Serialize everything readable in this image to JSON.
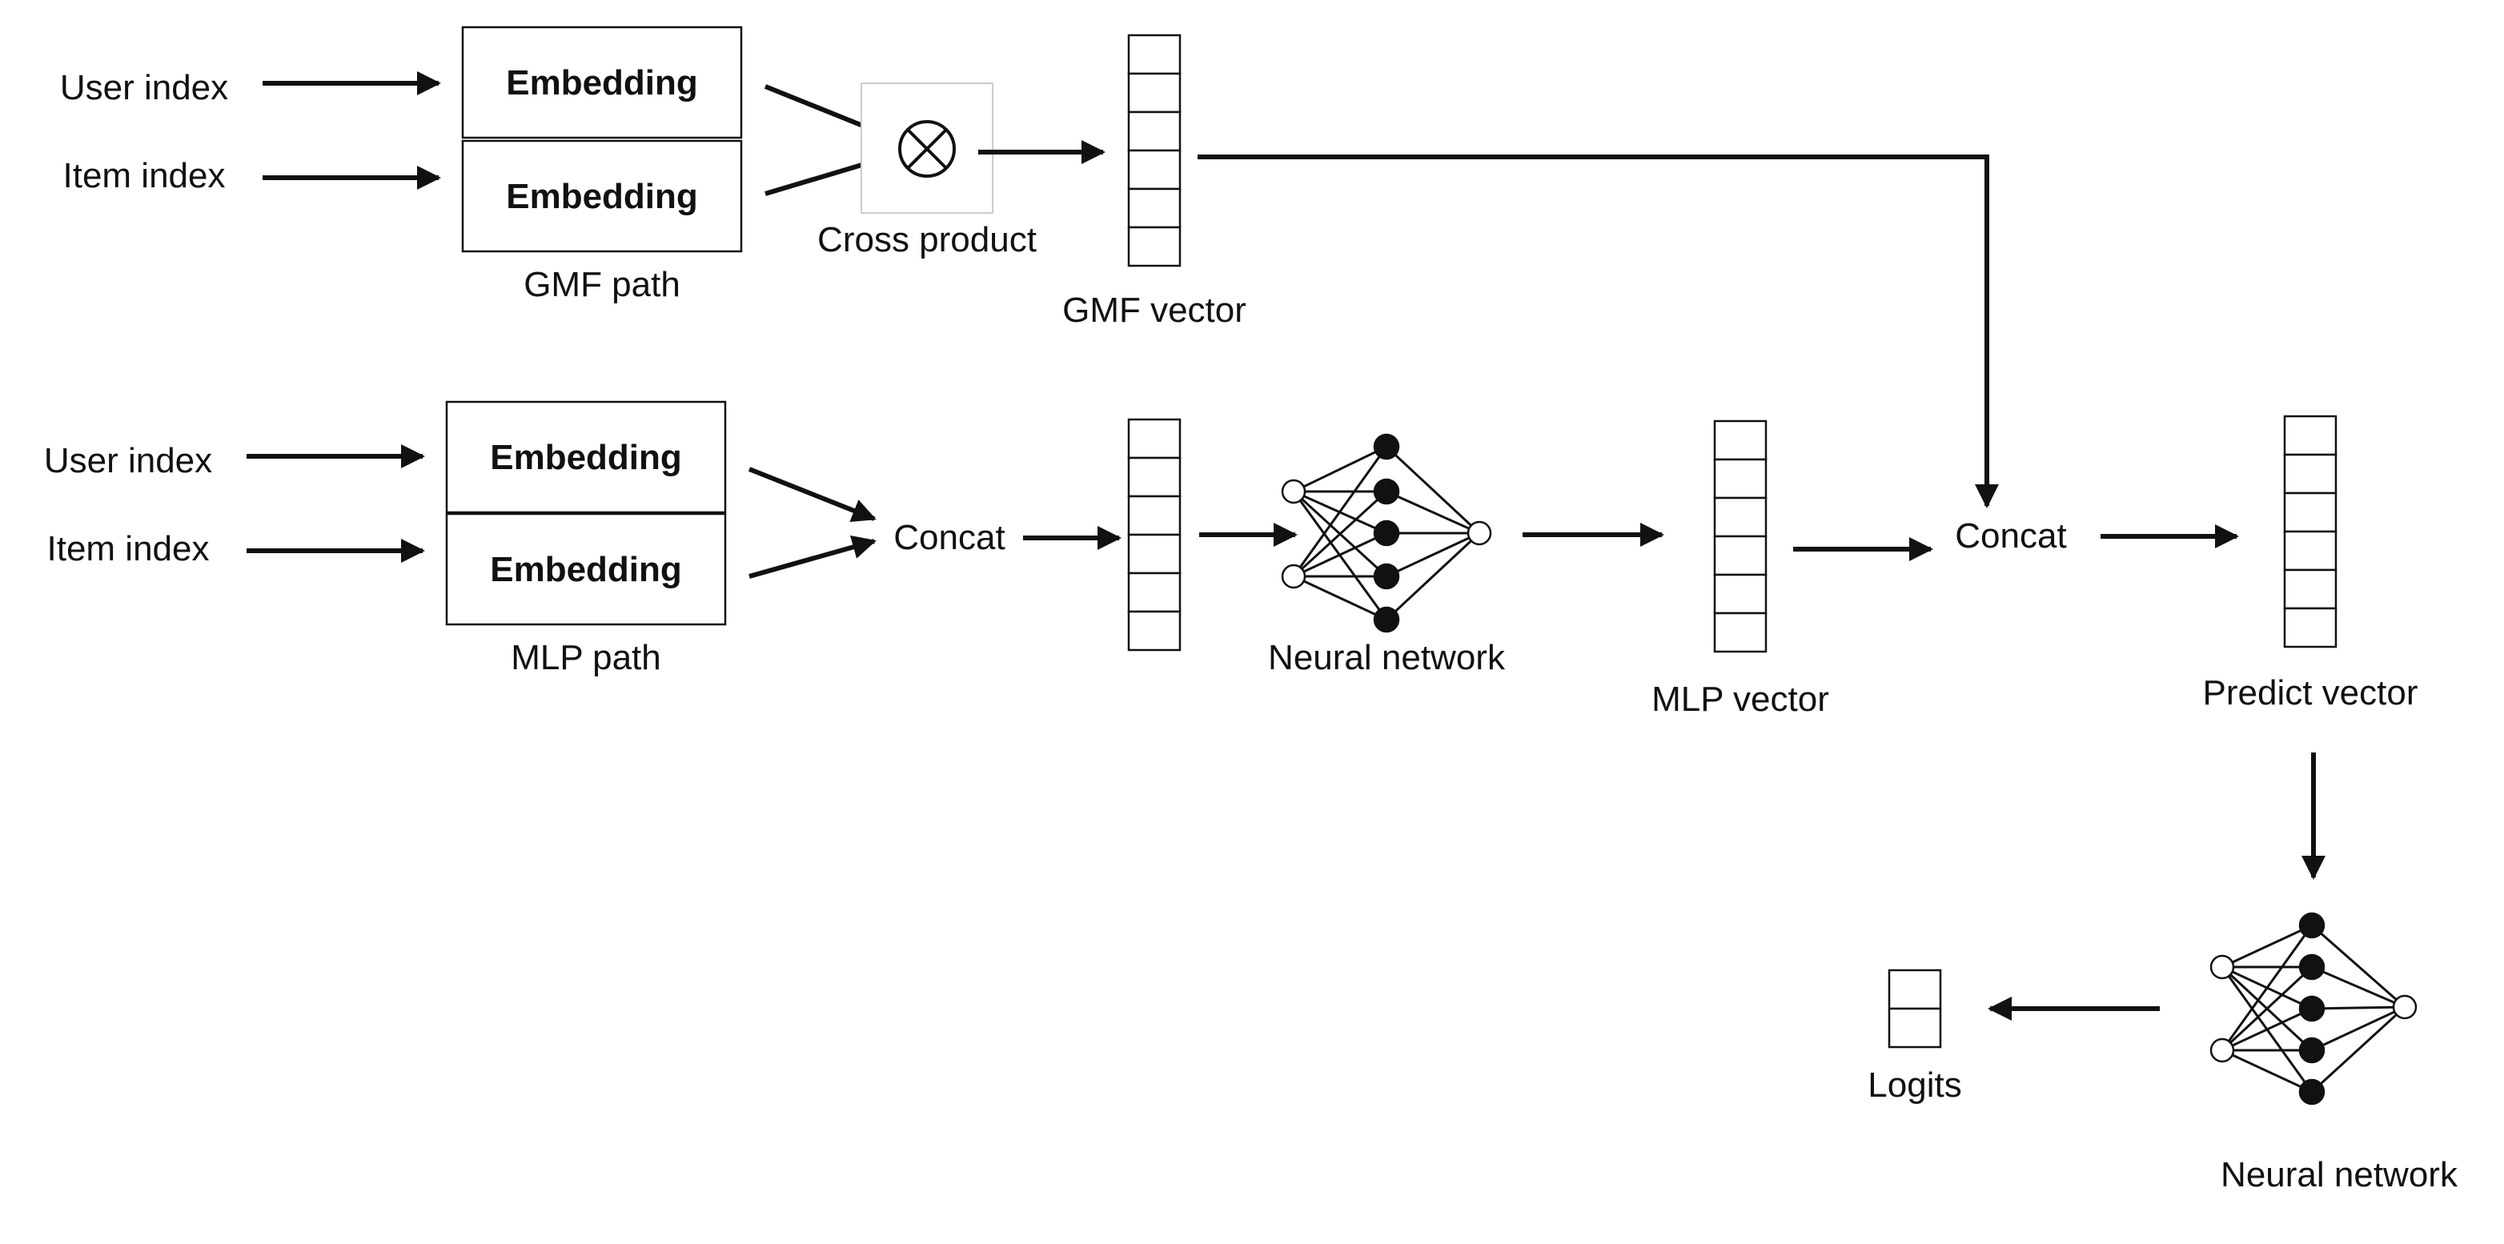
{
  "gmf": {
    "user_index": "User index",
    "item_index": "Item index",
    "user_embedding": "Embedding",
    "item_embedding": "Embedding",
    "path_label": "GMF path",
    "operator_label": "Cross product",
    "vector_label": "GMF vector"
  },
  "mlp": {
    "user_index": "User index",
    "item_index": "Item index",
    "user_embedding": "Embedding",
    "item_embedding": "Embedding",
    "path_label": "MLP path",
    "concat_label": "Concat",
    "network_label": "Neural network",
    "vector_label": "MLP vector"
  },
  "fusion": {
    "concat_label": "Concat",
    "predict_label": "Predict vector",
    "network_label": "Neural network",
    "logits_label": "Logits"
  },
  "colors": {
    "ink": "#111111",
    "background": "#ffffff",
    "operator_frame": "#cccccc"
  }
}
